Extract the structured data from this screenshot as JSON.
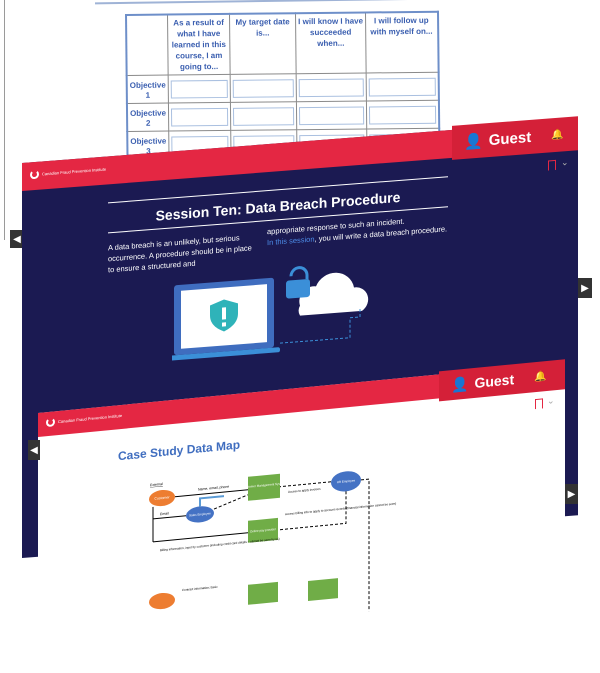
{
  "goals_table": {
    "headers": [
      "",
      "As a result of what I have learned in this course, I am going to...",
      "My target date is...",
      "I will know I have succeeded when...",
      "I will follow up with myself on..."
    ],
    "rows": [
      "Objective 1",
      "Objective 2",
      "Objective 3"
    ]
  },
  "slide_session": {
    "user_label": "Guest",
    "logo_text": "Canadian Fraud Prevention Institute",
    "title": "Session Ten: Data Breach Procedure",
    "para_left": "A data breach is an unlikely, but serious occurrence. A procedure should be in place to ensure a structured and",
    "para_right_1": "appropriate response to such an incident.",
    "para_right_link": "In this session",
    "para_right_2": ", you will write a data breach procedure."
  },
  "slide_casestudy": {
    "user_label": "Guest",
    "logo_text": "Canadian Fraud Prevention Institute",
    "title": "Case Study Data Map",
    "diagram": {
      "section": "External",
      "customer": "Customer",
      "name_email_phone": "Name, email, phone",
      "cms": "Customer Management System",
      "email": "Email",
      "sales_employee": "Sales Employee",
      "hr_employee": "HR Employee",
      "access_invoices": "Access to apply invoices",
      "access_billing": "Access billing info to apply to account records (financial information cannot be seen)",
      "online_pay": "Online pay provider",
      "billing_info": "Billing information, input by customer (including credit card details – cannot be seen by us)",
      "contract_info": "Contract information; basic"
    }
  },
  "colors": {
    "red": "#e42743",
    "navy": "#1b1a52",
    "blue": "#3f6dbf",
    "orange": "#ed7d31",
    "green": "#70ad47",
    "node_blue": "#4472c4"
  }
}
